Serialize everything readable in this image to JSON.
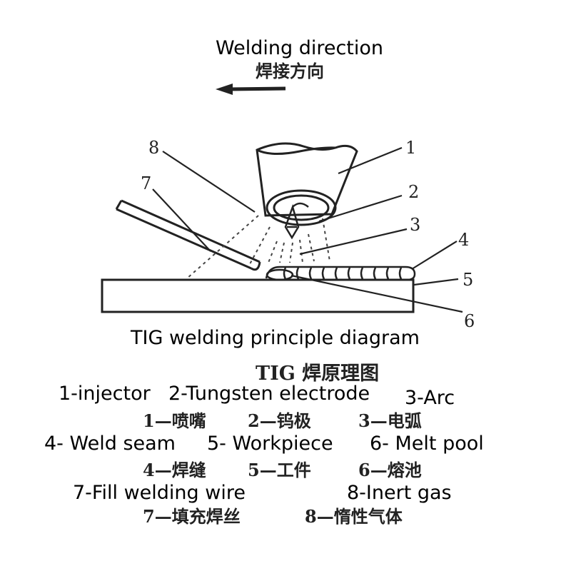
{
  "direction": {
    "en": "Welding direction",
    "cn": "焊接方向"
  },
  "callouts": [
    "1",
    "2",
    "3",
    "4",
    "5",
    "6",
    "7",
    "8"
  ],
  "caption": {
    "en": "TIG welding principle diagram",
    "cn": "TIG 焊原理图"
  },
  "legend": {
    "row1_en": [
      "1-injector",
      "2-Tungsten electrode",
      "3-Arc"
    ],
    "row1_cn": [
      "1—喷嘴",
      "2—钨极",
      "3—电弧"
    ],
    "row2_en": [
      "4- Weld seam",
      "5- Workpiece",
      "6- Melt pool"
    ],
    "row2_cn": [
      "4—焊缝",
      "5—工件",
      "6—熔池"
    ],
    "row3_en": [
      "7-Fill welding wire",
      "8-Inert gas"
    ],
    "row3_cn": [
      "7—填充焊丝",
      "8—惰性气体"
    ]
  }
}
